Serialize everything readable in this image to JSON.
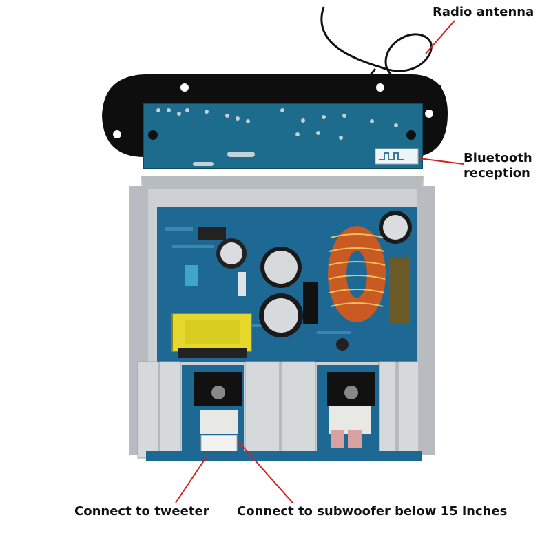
{
  "callouts": {
    "antenna": "Radio antenna",
    "bluetooth_line1": "Bluetooth",
    "bluetooth_line2": "reception",
    "tweeter": "Connect to tweeter",
    "subwoofer": "Connect to subwoofer below 15 inches"
  },
  "colors": {
    "leader_line": "#d42020",
    "pcb": "#1f6fa0",
    "heatsink": "#c9ccd0",
    "mount_plate": "#111111",
    "coil": "#c8501c"
  }
}
